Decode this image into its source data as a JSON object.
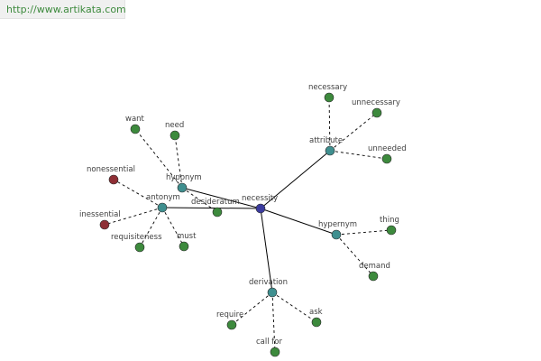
{
  "site": {
    "url": "http://www.artikata.com"
  },
  "colors": {
    "center": "#3b3b9e",
    "relation": "#3f8f8f",
    "synonym": "#3d8a3d",
    "antonym": "#8e2f35",
    "edge": "#000000",
    "text": "#404040",
    "url": "#3d8a3d"
  },
  "graph": {
    "center": {
      "id": "necessity",
      "label": "necessity"
    },
    "relations": [
      {
        "id": "hyponym",
        "label": "hyponym",
        "words": [
          {
            "label": "want",
            "kind": "synonym"
          },
          {
            "label": "need",
            "kind": "synonym"
          },
          {
            "label": "desideratum",
            "kind": "synonym"
          }
        ]
      },
      {
        "id": "antonym",
        "label": "antonym",
        "words": [
          {
            "label": "nonessential",
            "kind": "antonym"
          },
          {
            "label": "inessential",
            "kind": "antonym"
          },
          {
            "label": "requisiteness",
            "kind": "synonym"
          },
          {
            "label": "must",
            "kind": "synonym"
          }
        ]
      },
      {
        "id": "attribute",
        "label": "attribute",
        "words": [
          {
            "label": "necessary",
            "kind": "synonym"
          },
          {
            "label": "unnecessary",
            "kind": "synonym"
          },
          {
            "label": "unneeded",
            "kind": "synonym"
          }
        ]
      },
      {
        "id": "hypernym",
        "label": "hypernym",
        "words": [
          {
            "label": "thing",
            "kind": "synonym"
          },
          {
            "label": "demand",
            "kind": "synonym"
          }
        ]
      },
      {
        "id": "derivation",
        "label": "derivation",
        "words": [
          {
            "label": "require",
            "kind": "synonym"
          },
          {
            "label": "call for",
            "kind": "synonym"
          },
          {
            "label": "ask",
            "kind": "synonym"
          }
        ]
      }
    ]
  }
}
